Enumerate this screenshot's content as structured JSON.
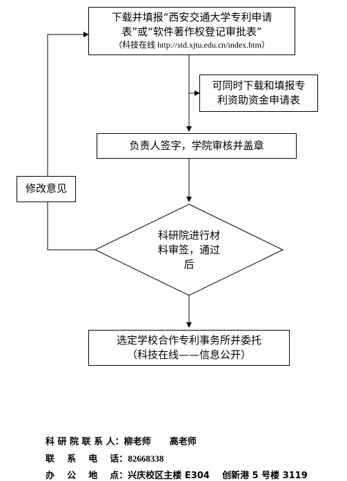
{
  "flow": {
    "step1": {
      "line1": "下载并填报“西安交通大学专利申请",
      "line2": "表”或“软件著作权登记审批表”",
      "line3": "（科技在线 http://std.xjtu.edu.cn/index.htm）"
    },
    "side_note": {
      "line1": "可同时下载和填报专",
      "line2": "利资助资金申请表"
    },
    "step2": "负责人签字，学院审核并盖章",
    "revise": "修改意见",
    "decision": {
      "line1": "科研院进行材",
      "line2": "料审签，通过",
      "line3": "后"
    },
    "step3": {
      "line1": "选定学校合作专利事务所并委托",
      "line2": "（科技在线——信息公开）"
    }
  },
  "contact": {
    "person": "科 研 院 联 系 人：柳老师      高老师",
    "phone_label": "联    系    电    话：",
    "phone": "82668338",
    "address": "办    公    地    点：兴庆校区主楼 E304    创新港 5 号楼 3119"
  }
}
